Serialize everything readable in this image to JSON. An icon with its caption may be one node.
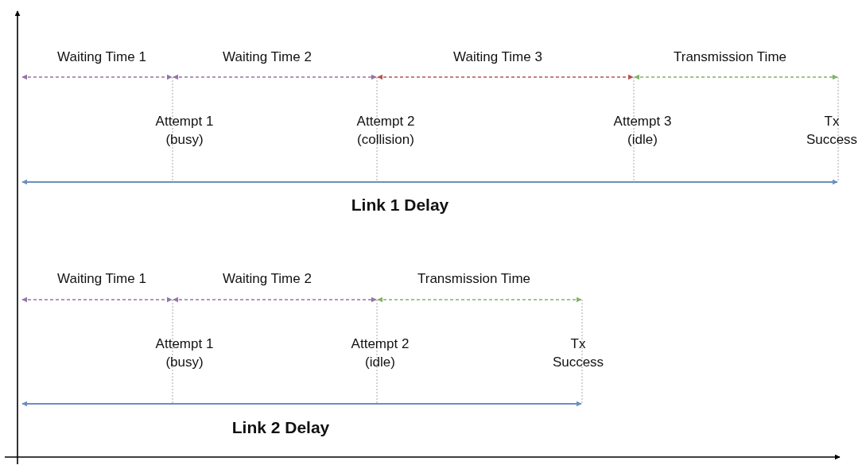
{
  "diagram": {
    "labels": [
      "Waiting Time 1",
      "Waiting Time 2",
      "Waiting Time 3",
      "Transmission Time",
      "Attempt 1 (busy)",
      "Attempt 2 (collision)",
      "Attempt 3 (idle)",
      "Tx Success",
      "Link 1 Delay",
      "Waiting Time 1",
      "Waiting Time 2",
      "Transmission Time",
      "Attempt 1 (busy)",
      "Attempt 2 (idle)",
      "Tx Success",
      "Link 2 Delay"
    ]
  }
}
